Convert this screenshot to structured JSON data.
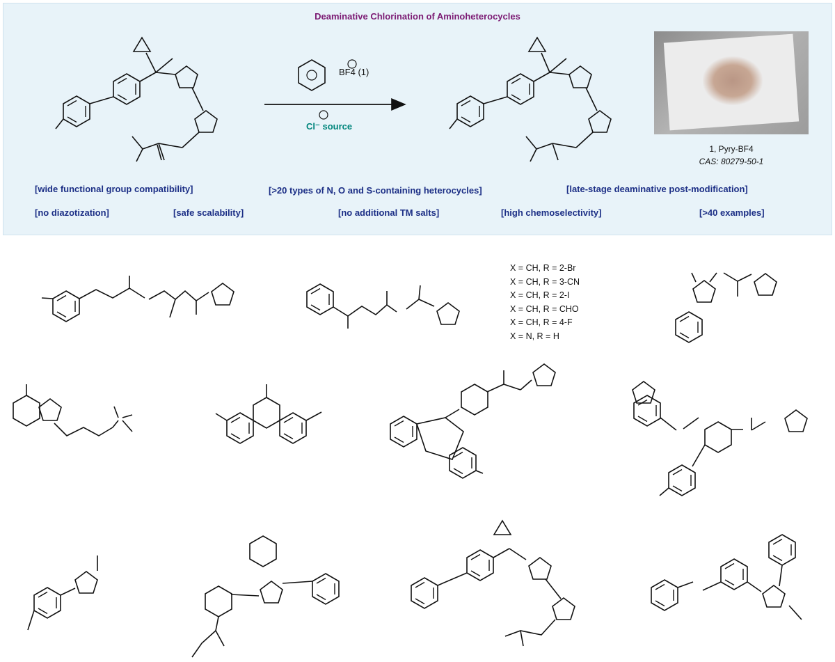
{
  "title": "Deaminative Chlorination of Aminoheterocycles",
  "reagent": {
    "name": "BF4",
    "label": "(1)",
    "source": "Cl⁻ source"
  },
  "photo_caption": {
    "line1": "1, Pyry-BF4",
    "line2": "CAS: 80279-50-1"
  },
  "features": [
    "[wide functional group compatibility]",
    "[>20 types of N, O and S-containing heterocycles]",
    "[late-stage deaminative post-modification]",
    "[no diazotization]",
    "[safe scalability]",
    "[no additional TM salts]",
    "[high chemoselectivity]",
    "[>40 examples]"
  ],
  "variants": [
    "X = CH, R = 2-Br",
    "X = CH, R = 3-CN",
    "X = CH, R = 2-I",
    "X = CH, R = CHO",
    "X = CH, R = 4-F",
    "X = N, R = H"
  ],
  "colors": {
    "title": "#7b1a73",
    "features": "#1c2f86",
    "chlorine": "#00857c",
    "amine": "#1e8a2e",
    "panel": "#e8f3f9"
  }
}
